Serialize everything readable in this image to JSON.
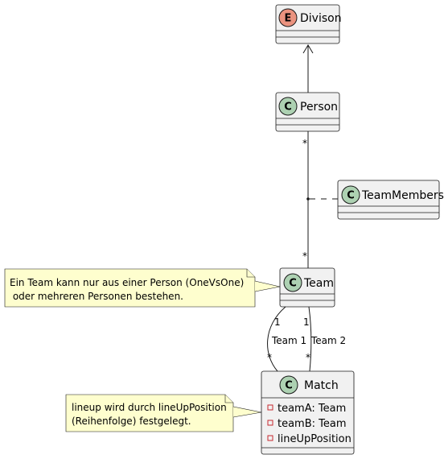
{
  "classes": {
    "divison": {
      "name": "Divison",
      "stereotype": "E"
    },
    "person": {
      "name": "Person",
      "stereotype": "C"
    },
    "team_members": {
      "name": "TeamMembers",
      "stereotype": "C"
    },
    "team": {
      "name": "Team",
      "stereotype": "C"
    },
    "match": {
      "name": "Match",
      "stereotype": "C",
      "attributes": [
        "teamA: Team",
        "teamB: Team",
        "lineUpPosition"
      ]
    }
  },
  "associations": {
    "person_team": {
      "source_mult": "*",
      "target_mult": "*"
    },
    "team_match_1": {
      "label": "Team 1",
      "source_mult": "1",
      "target_mult": "*"
    },
    "team_match_2": {
      "label": "Team 2",
      "source_mult": "1",
      "target_mult": "*"
    }
  },
  "notes": {
    "team_note": [
      "Ein Team kann nur aus einer Person (OneVsOne)",
      " oder mehreren Personen bestehen."
    ],
    "match_note": [
      "lineup wird durch lineUpPosition",
      "(Reihenfolge) festgelegt."
    ]
  }
}
